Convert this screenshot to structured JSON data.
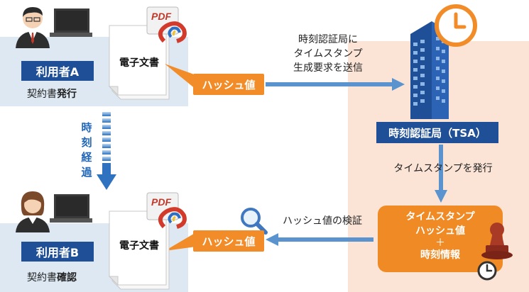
{
  "user_a": {
    "label": "利用者A",
    "caption_prefix": "契約書",
    "caption_bold": "発行"
  },
  "user_b": {
    "label": "利用者B",
    "caption_prefix": "契約書",
    "caption_bold": "確認"
  },
  "document": {
    "label": "電子文書",
    "pdf_badge": "PDF"
  },
  "hash": {
    "label": "ハッシュ値"
  },
  "request_note": [
    "時刻認証局に",
    "タイムスタンプ",
    "生成要求を送信"
  ],
  "time_passage": [
    "時",
    "刻",
    "経",
    "過"
  ],
  "tsa": {
    "label": "時刻認証局（TSA）"
  },
  "issue_note": "タイムスタンプを発行",
  "verify_note": "ハッシュ値の検証",
  "result": {
    "line1": "タイムスタンプ",
    "line2": "ハッシュ値",
    "plus": "＋",
    "line3": "時刻情報"
  },
  "colors": {
    "navy": "#1f4f96",
    "orange": "#f28c28",
    "arrow_blue": "#5b93cf",
    "panel_blue": "#dde8f3",
    "panel_peach": "#fbe4d5"
  }
}
